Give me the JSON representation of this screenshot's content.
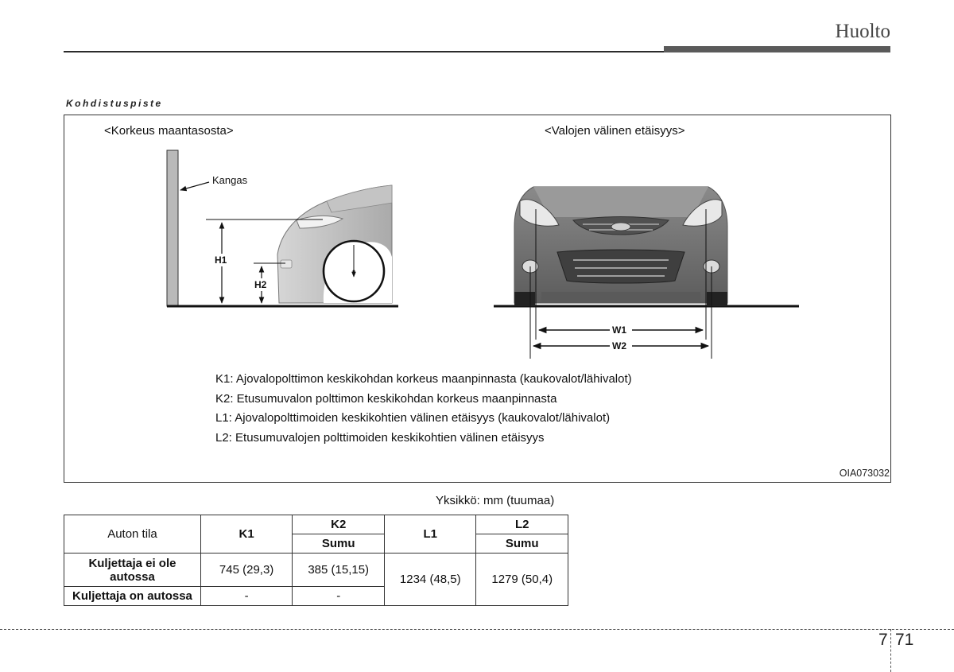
{
  "header": {
    "section_title": "Huolto"
  },
  "figure": {
    "caption": "Kohdistuspiste",
    "label_height": "<Korkeus maantasosta>",
    "label_distance": "<Valojen välinen etäisyys>",
    "label_screen": "Kangas",
    "dim_h1": "H1",
    "dim_h2": "H2",
    "dim_w1": "W1",
    "dim_w2": "W2",
    "legend": [
      "K1: Ajovalopolttimon keskikohdan korkeus maanpinnasta (kaukovalot/lähivalot)",
      "K2: Etusumuvalon polttimon keskikohdan korkeus maanpinnasta",
      "L1: Ajovalopolttimoiden keskikohtien välinen etäisyys (kaukovalot/lähivalot)",
      "L2: Etusumuvalojen polttimoiden keskikohtien välinen etäisyys"
    ],
    "code": "OIA073032"
  },
  "table": {
    "unit": "Yksikkö: mm (tuumaa)",
    "col_state": "Auton tila",
    "col_k1": "K1",
    "col_k2": "K2",
    "col_k2_sub": "Sumu",
    "col_l1": "L1",
    "col_l2": "L2",
    "col_l2_sub": "Sumu",
    "rows": [
      {
        "state": "Kuljettaja ei ole autossa",
        "k1": "745 (29,3)",
        "k2": "385 (15,15)"
      },
      {
        "state": "Kuljettaja on autossa",
        "k1": "-",
        "k2": "-"
      }
    ],
    "l1_value": "1234 (48,5)",
    "l2_value": "1279 (50,4)"
  },
  "footer": {
    "chapter": "7",
    "page": "71"
  }
}
